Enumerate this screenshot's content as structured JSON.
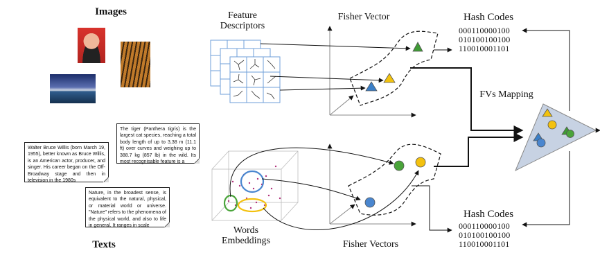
{
  "labels": {
    "images": "Images",
    "texts": "Texts",
    "feature_descriptors": "Feature\nDescriptors",
    "fisher_vector": "Fisher Vector",
    "fisher_vectors": "Fisher Vectors",
    "words_embeddings": "Words\nEmbeddings",
    "fvs_mapping": "FVs Mapping",
    "hash_codes_top": "Hash Codes",
    "hash_codes_bottom": "Hash Codes"
  },
  "hash_top": [
    "000110000100",
    "010100100100",
    "110010001101"
  ],
  "hash_bottom": [
    "000110000100",
    "010100100100",
    "110010001101"
  ],
  "texts": {
    "tiger": "The tiger (Panthera tigris) is the largest cat species, reaching a total body length of up to 3,38 m (11.1 ft) over curves and weighing up to 388.7 kg (857 lb) in the wild. Its most recognisable feature is a",
    "willis": "Walter Bruce Willis (born March 19, 1955), better known as Bruce Willis, is an American actor, producer, and singer. His career began on the Off-Broadway stage and then in television in the 1980s",
    "nature": "Nature, in the broadest sense, is equivalent to the natural, physical, or material world or universe. \"Nature\" refers to the phenomena of the physical world, and also to life in general. It ranges in scale"
  },
  "colors": {
    "triangle_green": "#3f9b35",
    "triangle_yellow": "#f2c20e",
    "triangle_blue": "#3a7fc8",
    "circle_green": "#4aa43a",
    "circle_yellow": "#f3c10f",
    "circle_blue": "#4a86cf",
    "grid_blue": "#6f9fd8",
    "mapping_fill": "#c7d2e3"
  }
}
